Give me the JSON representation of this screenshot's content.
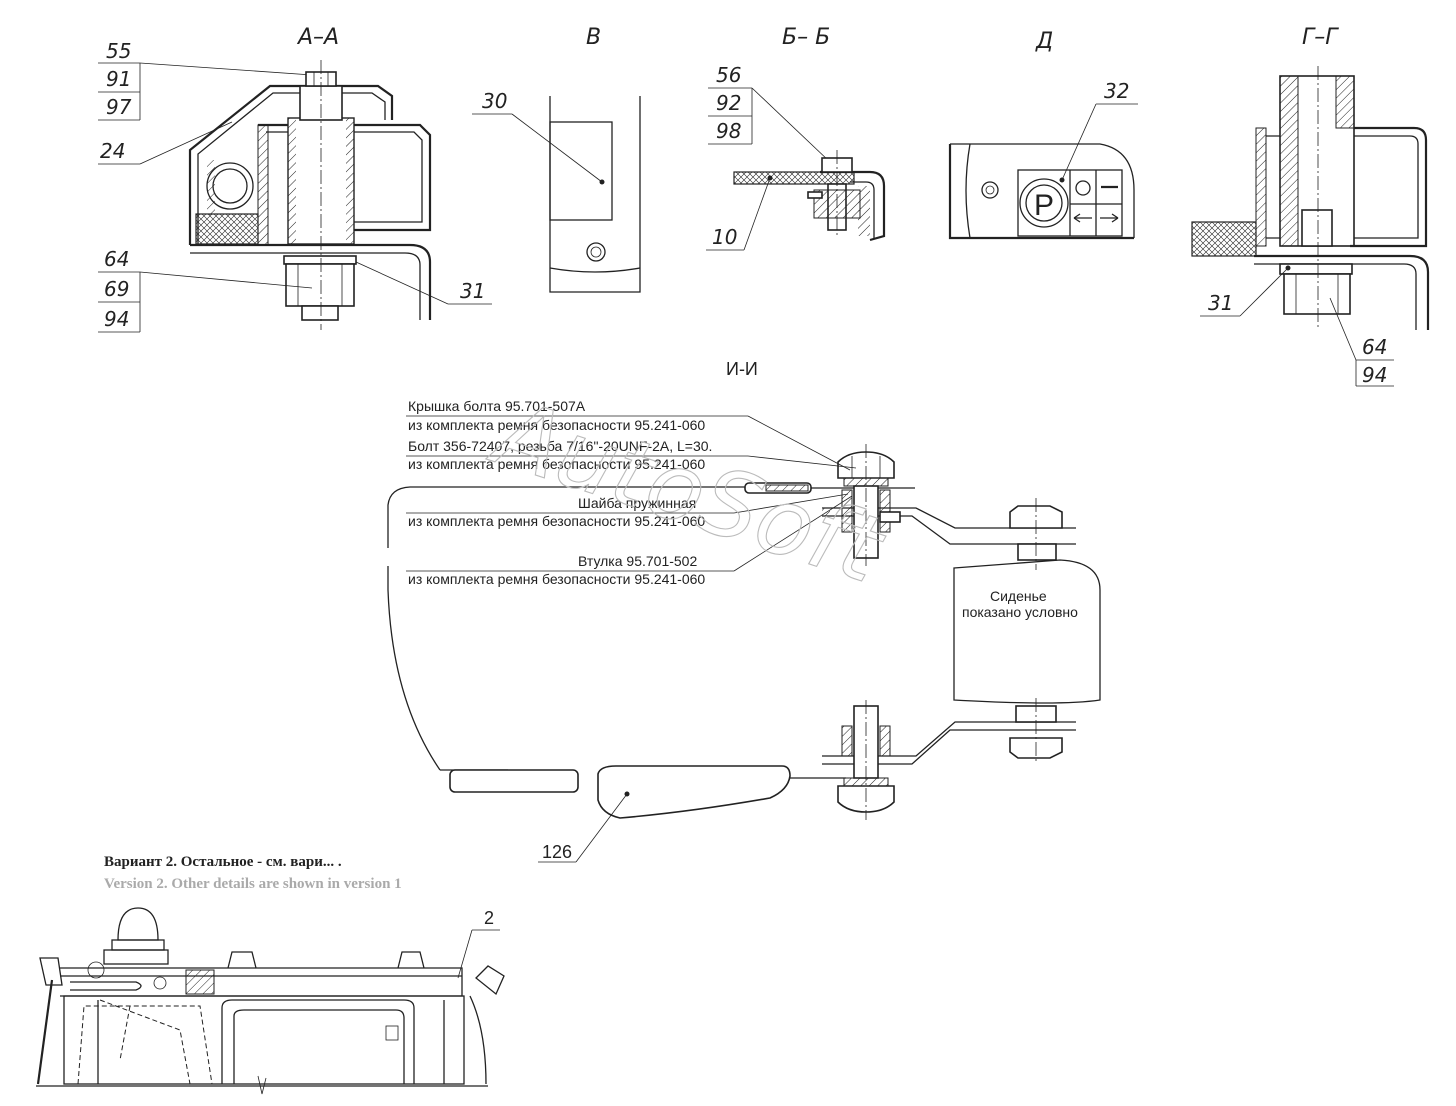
{
  "views": {
    "aa_title": "А–А",
    "v_title": "В",
    "bb_title": "Б– Б",
    "d_title": "Д",
    "gg_title": "Г–Г",
    "ii_title": "И-И"
  },
  "callouts": {
    "c55": "55",
    "c91": "91",
    "c97": "97",
    "c24": "24",
    "c64": "64",
    "c69": "69",
    "c94": "94",
    "c31": "31",
    "c30": "30",
    "c56": "56",
    "c92": "92",
    "c98": "98",
    "c10": "10",
    "c32": "32",
    "g31": "31",
    "g64": "64",
    "g94": "94",
    "c126": "126",
    "c2": "2"
  },
  "notes": {
    "cap_label": "Крышка болта  95.701-507А",
    "cap_source": "из комплекта ремня безопасности 95.241-060",
    "bolt_label": "Болт  356-72407, резьба 7/16\"-20UNF-2A, L=30.",
    "bolt_source": "из комплекта ремня безопасности 95.241-060",
    "washer_label": "Шайба пружинная",
    "washer_source": "из комплекта ремня безопасности 95.241-060",
    "bushing_label": "Втулка  95.701-502",
    "bushing_source": "из комплекта ремня безопасности 95.241-060",
    "seat_note_1": "Сиденье",
    "seat_note_2": "показано условно"
  },
  "variant": {
    "ru": "Вариант 2. Остальное - см. вари...  .",
    "en": "Version 2. Other details are shown in version 1"
  },
  "watermark": "AutoSoft",
  "colors": {
    "line": "#222222",
    "watermark": "#bbbbbb",
    "variant_en": "#aaaaaa"
  }
}
